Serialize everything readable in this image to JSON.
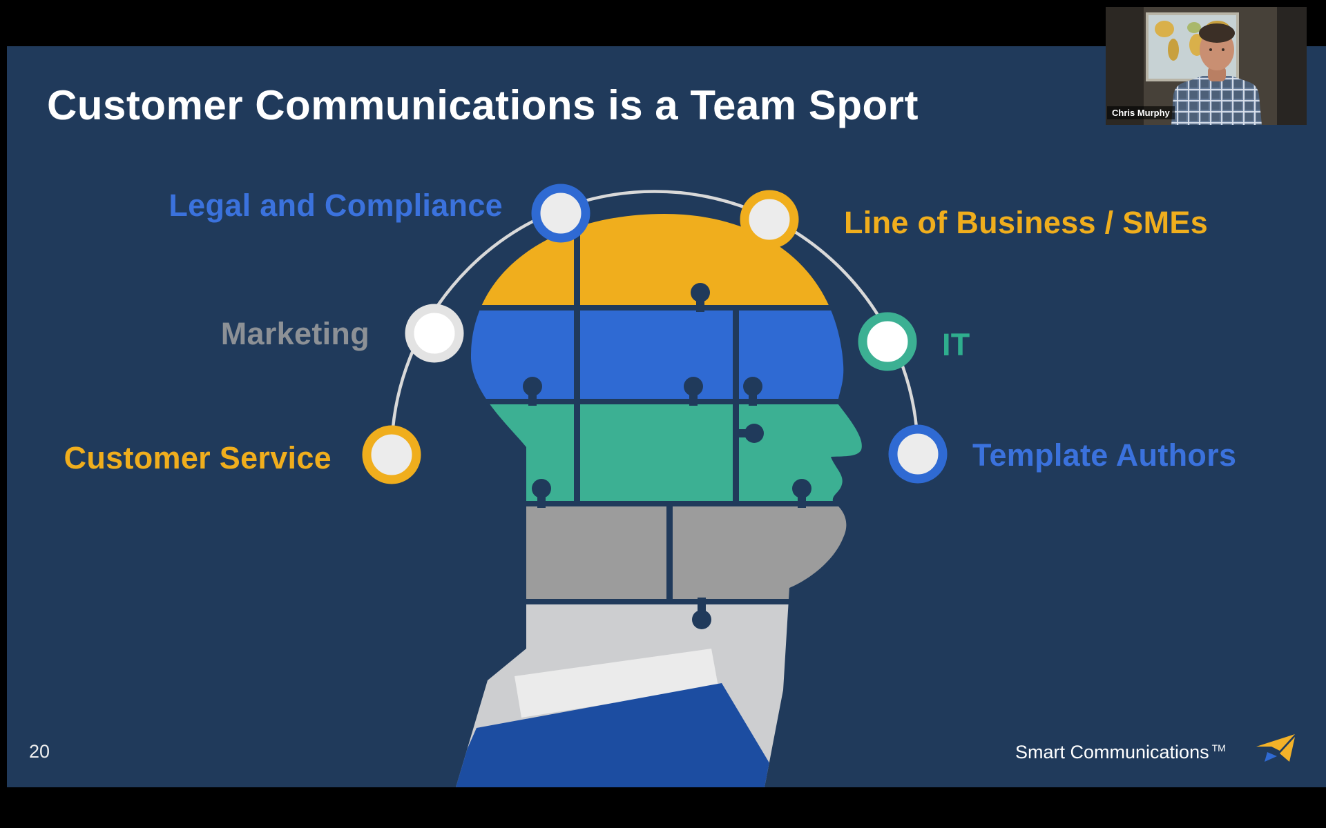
{
  "slide": {
    "title": "Customer Communications is a Team Sport",
    "page_number": "20",
    "footer": {
      "brand": "Smart Communications",
      "tm": "TM"
    },
    "roles": [
      {
        "label": "Legal and Compliance",
        "color": "#3b72dd",
        "position": "upper-left"
      },
      {
        "label": "Line of Business / SMEs",
        "color": "#f0ae1d",
        "position": "upper-right"
      },
      {
        "label": "Marketing",
        "color": "#8d9196",
        "position": "mid-left"
      },
      {
        "label": "IT",
        "color": "#2fae8e",
        "position": "mid-right"
      },
      {
        "label": "Customer Service",
        "color": "#f0ae1d",
        "position": "lower-left"
      },
      {
        "label": "Template Authors",
        "color": "#3b72dd",
        "position": "lower-right"
      }
    ],
    "colors": {
      "slide_background": "#203a5b",
      "title_text": "#ffffff",
      "puzzle_yellow": "#f0ae1d",
      "puzzle_blue": "#2f6ad3",
      "puzzle_teal": "#3cb093",
      "puzzle_gray": "#9c9c9c",
      "puzzle_light_gray": "#cdced0",
      "shirt_blue": "#1c4da1",
      "arc_line": "#d9d9d9"
    }
  },
  "webcam": {
    "participant_name": "Chris Murphy"
  }
}
